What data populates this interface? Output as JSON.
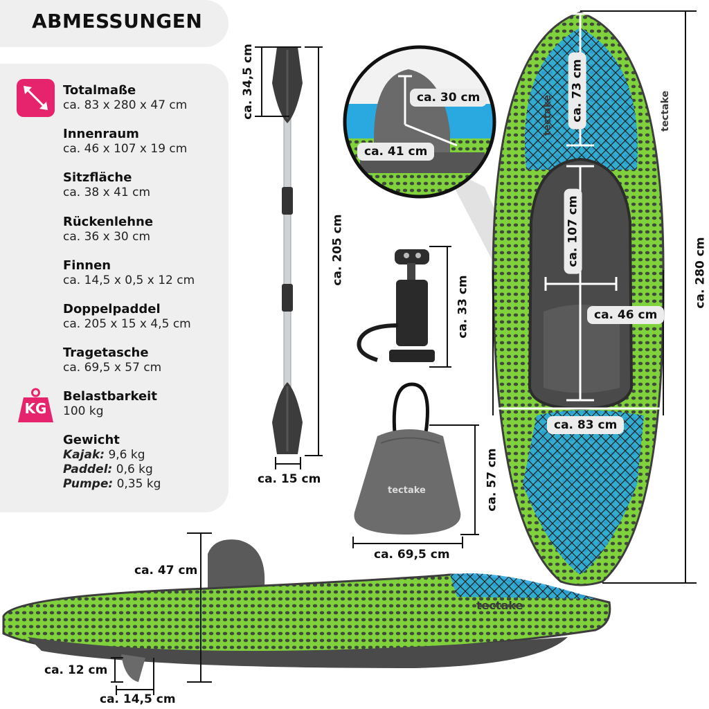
{
  "title": "ABMESSUNGEN",
  "specs": [
    {
      "label": "Totalmaße",
      "value": "ca. 83 x 280 x 47 cm"
    },
    {
      "label": "Innenraum",
      "value": "ca. 46 x 107 x 19 cm"
    },
    {
      "label": "Sitzfläche",
      "value": "ca. 38 x 41 cm"
    },
    {
      "label": "Rückenlehne",
      "value": "ca. 36 x 30 cm"
    },
    {
      "label": "Finnen",
      "value": "ca. 14,5 x 0,5 x 12 cm"
    },
    {
      "label": "Doppelpaddel",
      "value": "ca. 205 x 15 x 4,5 cm"
    },
    {
      "label": "Tragetasche",
      "value": "ca. 69,5 x 57 cm"
    },
    {
      "label": "Belastbarkeit",
      "value": "100 kg"
    }
  ],
  "weight": {
    "label": "Gewicht",
    "rows": [
      {
        "key": "Kajak:",
        "value": " 9,6 kg"
      },
      {
        "key": "Paddel:",
        "value": " 0,6 kg"
      },
      {
        "key": "Pumpe:",
        "value": " 0,35 kg"
      }
    ]
  },
  "icons": {
    "totalsize": "resize-diagonal-icon",
    "load": "weight-kg-icon",
    "kg_text": "KG"
  },
  "colors": {
    "accent": "#e6246d",
    "kayak_green": "#7fd23c",
    "kayak_grey": "#4a4a4a",
    "kayak_blue": "#2aa9e0"
  },
  "dimensions": {
    "paddle_blade": "ca. 34,5 cm",
    "paddle_length": "ca. 205 cm",
    "paddle_width": "ca. 15 cm",
    "seat_height": "ca. 30 cm",
    "seat_depth": "ca. 41 cm",
    "pump_height": "ca. 33 cm",
    "bag_height": "ca. 57 cm",
    "bag_width": "ca. 69,5 cm",
    "kayak_front": "ca. 73 cm",
    "kayak_inner_length": "ca. 107 cm",
    "kayak_inner_width": "ca. 46 cm",
    "kayak_width": "ca. 83 cm",
    "kayak_length": "ca. 280 cm",
    "kayak_height": "ca. 47 cm",
    "fin_height": "ca. 12 cm",
    "fin_length": "ca. 14,5 cm"
  },
  "brand": "tectake"
}
